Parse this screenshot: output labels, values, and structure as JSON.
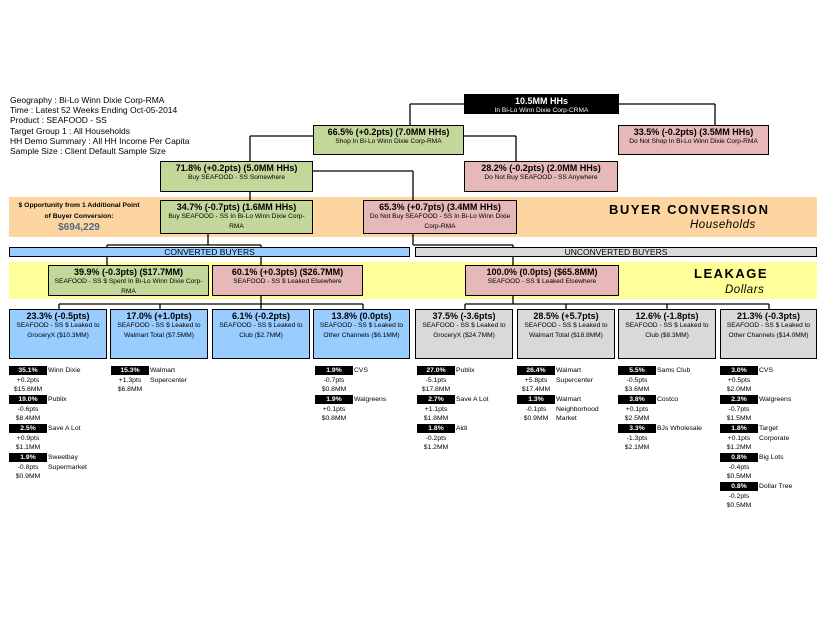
{
  "filters": [
    "Geography : Bi-Lo Winn Dixie Corp-RMA",
    "Time : Latest 52 Weeks Ending Oct-05-2014",
    "Product : SEAFOOD - SS",
    "Target Group 1 : All Households",
    "HH Demo Summary : All HH Income Per Capita",
    "Sample Size : Client Default Sample Size"
  ],
  "tree": {
    "top": {
      "title": "10.5MM HHs",
      "sub": "In Bi-Lo Winn Dixie Corp-CRMA"
    },
    "shop": {
      "title": "66.5% (+0.2pts) (7.0MM HHs)",
      "sub": "Shop In Bi-Lo Winn Dixie Corp-RMA"
    },
    "no_shop": {
      "title": "33.5% (-0.2pts) (3.5MM HHs)",
      "sub": "Do Not Shop In Bi-Lo Winn Dixie Corp-RMA"
    },
    "buy_somewhere": {
      "title": "71.8% (+0.2pts) (5.0MM HHs)",
      "sub": "Buy SEAFOOD - SS Somewhere"
    },
    "not_buy_anywhere": {
      "title": "28.2% (-0.2pts) (2.0MM HHs)",
      "sub": "Do Not Buy SEAFOOD - SS Anywhere"
    },
    "buy_in": {
      "title": "34.7% (-0.7pts) (1.6MM HHs)",
      "sub": "Buy SEAFOOD - SS In Bi-Lo Winn Dixie Corp-RMA"
    },
    "not_buy_in": {
      "title": "65.3% (+0.7pts) (3.4MM HHs)",
      "sub": "Do Not Buy SEAFOOD - SS In Bi-Lo Winn Dixie Corp-RMA"
    }
  },
  "opportunity": {
    "line1": "$ Opportunity from 1 Additional Point",
    "line2": "of Buyer Conversion:",
    "value": "$694,229"
  },
  "buyer_conversion": {
    "title": "BUYER CONVERSION",
    "subtitle": "Households"
  },
  "converted_label": "CONVERTED BUYERS",
  "unconverted_label": "UNCONVERTED BUYERS",
  "leakage": {
    "title": "LEAKAGE",
    "subtitle": "Dollars"
  },
  "spent_in": {
    "title": "39.9% (-0.3pts) ($17.7MM)",
    "sub": "SEAFOOD - SS $ Spent In Bi-Lo Winn Dixie Corp-RMA"
  },
  "leaked_conv": {
    "title": "60.1% (+0.3pts) ($26.7MM)",
    "sub": "SEAFOOD - SS $ Leaked Elsewhere"
  },
  "leaked_unconv": {
    "title": "100.0% (0.0pts) ($65.8MM)",
    "sub": "SEAFOOD - SS $ Leaked Elsewhere"
  },
  "channels_conv": [
    {
      "title": "23.3% (-0.5pts)",
      "sub": "SEAFOOD - SS $ Leaked to GroceryX ($10.3MM)",
      "retailers": [
        {
          "share": "35.1%",
          "pts": "+0.2pts",
          "dollars": "$15.6MM",
          "name": "Winn Dixie"
        },
        {
          "share": "19.0%",
          "pts": "-0.6pts",
          "dollars": "$8.4MM",
          "name": "Publix"
        },
        {
          "share": "2.5%",
          "pts": "+0.9pts",
          "dollars": "$1.1MM",
          "name": "Save A Lot"
        },
        {
          "share": "1.9%",
          "pts": "-0.8pts",
          "dollars": "$0.9MM",
          "name": "Sweetbay\nSupermarket"
        }
      ]
    },
    {
      "title": "17.0% (+1.0pts)",
      "sub": "SEAFOOD - SS $ Leaked to Walmart Total ($7.5MM)",
      "retailers": [
        {
          "share": "15.3%",
          "pts": "+1.3pts",
          "dollars": "$6.8MM",
          "name": "Walmart\nSupercenter"
        }
      ]
    },
    {
      "title": "6.1% (-0.2pts)",
      "sub": "SEAFOOD - SS $ Leaked to Club ($2.7MM)",
      "retailers": []
    },
    {
      "title": "13.8% (0.0pts)",
      "sub": "SEAFOOD - SS $ Leaked to Other Channels ($6.1MM)",
      "retailers": [
        {
          "share": "1.9%",
          "pts": "-0.7pts",
          "dollars": "$0.8MM",
          "name": "CVS"
        },
        {
          "share": "1.9%",
          "pts": "+0.1pts",
          "dollars": "$0.8MM",
          "name": "Walgreens"
        }
      ]
    }
  ],
  "channels_unconv": [
    {
      "title": "37.5% (-3.6pts)",
      "sub": "SEAFOOD - SS $ Leaked to GroceryX ($24.7MM)",
      "retailers": [
        {
          "share": "27.0%",
          "pts": "-5.1pts",
          "dollars": "$17.8MM",
          "name": "Publix"
        },
        {
          "share": "2.7%",
          "pts": "+1.1pts",
          "dollars": "$1.8MM",
          "name": "Save A Lot"
        },
        {
          "share": "1.8%",
          "pts": "-0.2pts",
          "dollars": "$1.2MM",
          "name": "Aldi"
        }
      ]
    },
    {
      "title": "28.5% (+5.7pts)",
      "sub": "SEAFOOD - SS $ Leaked to Walmart Total ($18.8MM)",
      "retailers": [
        {
          "share": "26.4%",
          "pts": "+5.8pts",
          "dollars": "$17.4MM",
          "name": "Walmart\nSupercenter"
        },
        {
          "share": "1.3%",
          "pts": "-0.1pts",
          "dollars": "$0.9MM",
          "name": "Walmart\nNeighborhood\nMarket"
        }
      ]
    },
    {
      "title": "12.6% (-1.8pts)",
      "sub": "SEAFOOD - SS $ Leaked to Club ($8.3MM)",
      "retailers": [
        {
          "share": "5.5%",
          "pts": "-0.5pts",
          "dollars": "$3.6MM",
          "name": "Sams Club"
        },
        {
          "share": "3.8%",
          "pts": "+0.1pts",
          "dollars": "$2.5MM",
          "name": "Costco"
        },
        {
          "share": "3.3%",
          "pts": "-1.3pts",
          "dollars": "$2.1MM",
          "name": "BJs Wholesale"
        }
      ]
    },
    {
      "title": "21.3% (-0.3pts)",
      "sub": "SEAFOOD - SS $ Leaked to Other Channels ($14.0MM)",
      "retailers": [
        {
          "share": "3.0%",
          "pts": "+0.5pts",
          "dollars": "$2.0MM",
          "name": "CVS"
        },
        {
          "share": "2.3%",
          "pts": "-0.7pts",
          "dollars": "$1.5MM",
          "name": "Walgreens"
        },
        {
          "share": "1.8%",
          "pts": "+0.1pts",
          "dollars": "$1.2MM",
          "name": "Target\nCorporate"
        },
        {
          "share": "0.8%",
          "pts": "-0.4pts",
          "dollars": "$0.5MM",
          "name": "Big Lots"
        },
        {
          "share": "0.8%",
          "pts": "-0.2pts",
          "dollars": "$0.5MM",
          "name": "Dollar Tree"
        }
      ]
    }
  ],
  "colors": {
    "green": "#c4d79b",
    "pink": "#e6b8b7",
    "blue": "#99ccff",
    "gray": "#d9d9d9",
    "orange_band": "#fcd5a0",
    "yellow_band": "#ffff99"
  }
}
